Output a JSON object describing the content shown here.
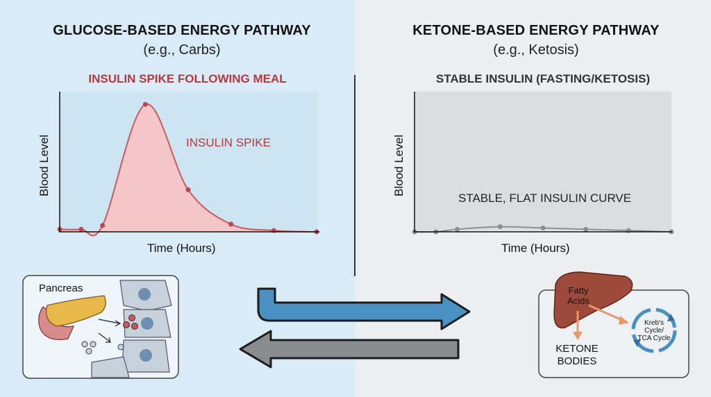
{
  "left": {
    "title": "GLUCOSE-BASED ENERGY PATHWAY",
    "subtitle": "(e.g., Carbs)",
    "chart_title": "INSULIN SPIKE FOLLOWING MEAL",
    "annotation": "INSULIN SPIKE",
    "illustration_label": "Pancreas"
  },
  "right": {
    "title": "KETONE-BASED ENERGY PATHWAY",
    "subtitle": "(e.g., Ketosis)",
    "chart_title": "STABLE INSULIN (FASTING/KETOSIS)",
    "annotation": "STABLE, FLAT INSULIN CURVE",
    "liver_label": "Fatty Acids",
    "ketone_label": "KETONE BODIES",
    "cycle_label": "Kreb's Cycle/ TCA Cycle"
  },
  "colors": {
    "left_background": "#d9ebf6",
    "right_background": "#eceef0",
    "spike_fill": "#f4c6c7",
    "spike_line": "#c9595c",
    "spike_title": "#b23a3e",
    "flat_line": "#8e8e8e",
    "arrow_blue": "#4a90c2",
    "arrow_gray": "#8a8d90"
  },
  "chart_data": [
    {
      "type": "area",
      "title": "INSULIN SPIKE FOLLOWING MEAL",
      "xlabel": "Time (Hours)",
      "ylabel": "Blood Level",
      "x": [
        0,
        1,
        2,
        4,
        6,
        8,
        10,
        12
      ],
      "y": [
        0.02,
        0.02,
        0.05,
        1.0,
        0.33,
        0.06,
        0.01,
        0.0
      ],
      "ylim": [
        0,
        1.1
      ],
      "grid": false
    },
    {
      "type": "line",
      "title": "STABLE INSULIN (FASTING/KETOSIS)",
      "xlabel": "Time (Hours)",
      "ylabel": "Blood Level",
      "x": [
        0,
        1,
        2,
        4,
        6,
        8,
        10,
        12
      ],
      "y": [
        0.0,
        0.0,
        0.02,
        0.04,
        0.03,
        0.02,
        0.01,
        0.0
      ],
      "ylim": [
        0,
        1.1
      ],
      "grid": false
    }
  ]
}
